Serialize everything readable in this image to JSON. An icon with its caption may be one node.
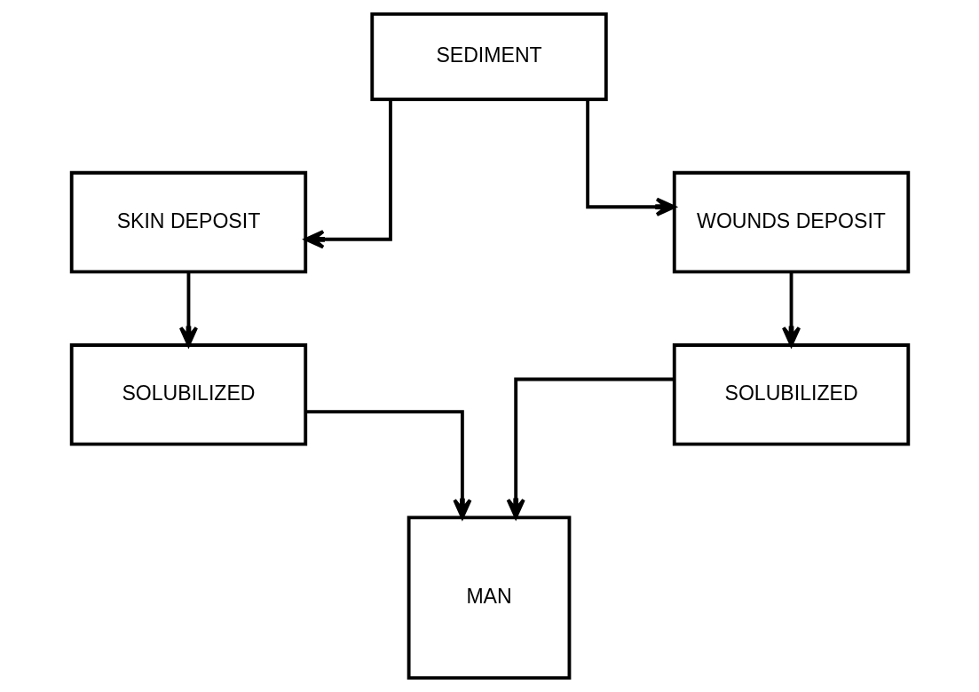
{
  "diagram": {
    "nodes": [
      {
        "text": [
          "SEDIMENT"
        ]
      },
      {
        "text": [
          "SKIN DEPOSIT"
        ]
      },
      {
        "text": [
          "WOUNDS DEPOSIT"
        ]
      },
      {
        "text": [
          "SOLUBILIZED"
        ]
      },
      {
        "text": [
          "SOLUBILIZED"
        ]
      },
      {
        "text": [
          "MAN"
        ]
      }
    ],
    "edges": [
      {
        "from": 0,
        "to": 1,
        "arrow": "to"
      },
      {
        "from": 0,
        "to": 2,
        "arrow": "to"
      },
      {
        "from": 1,
        "to": 3,
        "arrow": "to"
      },
      {
        "from": 2,
        "to": 4,
        "arrow": "to"
      },
      {
        "from": 3,
        "to": 5,
        "arrow": "to"
      },
      {
        "from": 4,
        "to": 5,
        "arrow": "to"
      }
    ]
  }
}
